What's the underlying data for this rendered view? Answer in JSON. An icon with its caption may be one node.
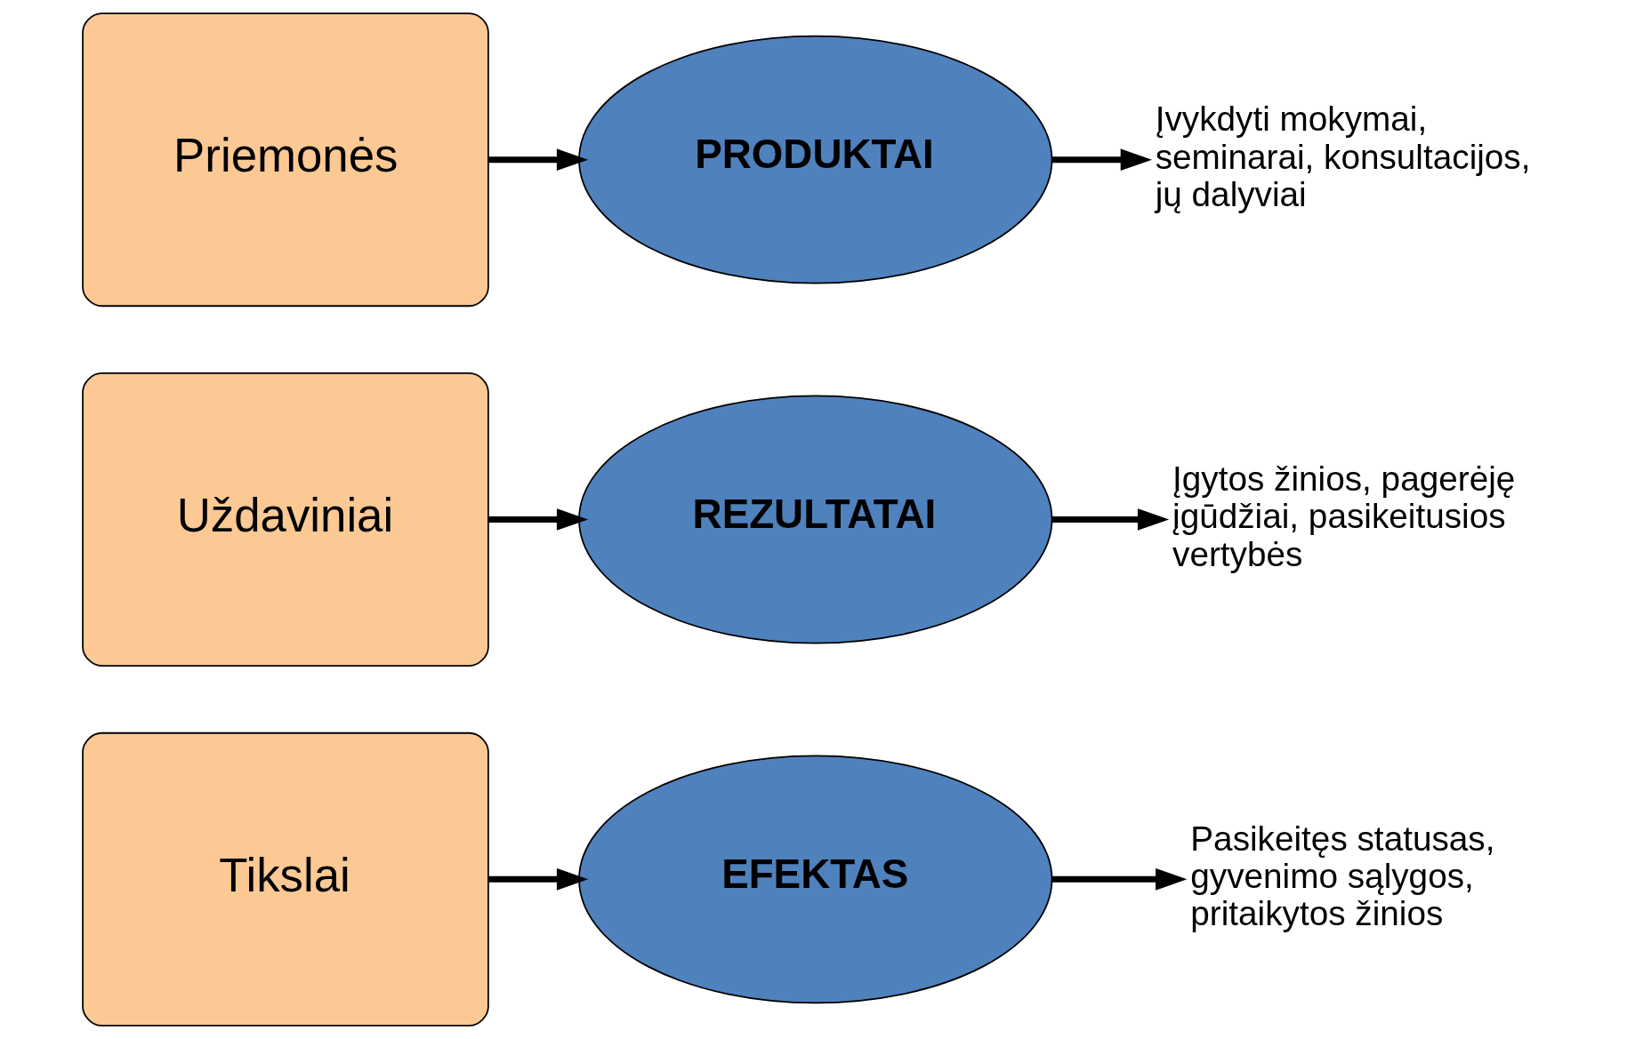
{
  "diagram": {
    "nodes": [
      {
        "text": [
          "Tikslai"
        ]
      },
      {
        "text": [
          "EFEKTAS"
        ]
      },
      {
        "text": [
          "Pasikeitęs statusas, gyvenimo sąlygos, pritaikytos žinios"
        ]
      },
      {
        "text": [
          "Uždaviniai"
        ]
      },
      {
        "text": [
          "REZULTATAI"
        ]
      },
      {
        "text": [
          "Įgytos žinios, pagerėję įgūdžiai, pasikeitusios vertybės"
        ]
      },
      {
        "text": [
          "Priemonės"
        ]
      },
      {
        "text": [
          "PRODUKTAI"
        ]
      },
      {
        "text": [
          "Įvykdyti mokymai, seminarai, konsultacijos, jų dalyviai"
        ]
      }
    ],
    "edges": [
      {
        "from": 0,
        "to": 1,
        "arrow": "to"
      },
      {
        "from": 1,
        "to": 2,
        "arrow": "to"
      },
      {
        "from": 3,
        "to": 4,
        "arrow": "to"
      },
      {
        "from": 4,
        "to": 5,
        "arrow": "to"
      },
      {
        "from": 6,
        "to": 7,
        "arrow": "to"
      },
      {
        "from": 7,
        "to": 8,
        "arrow": "to"
      }
    ]
  }
}
